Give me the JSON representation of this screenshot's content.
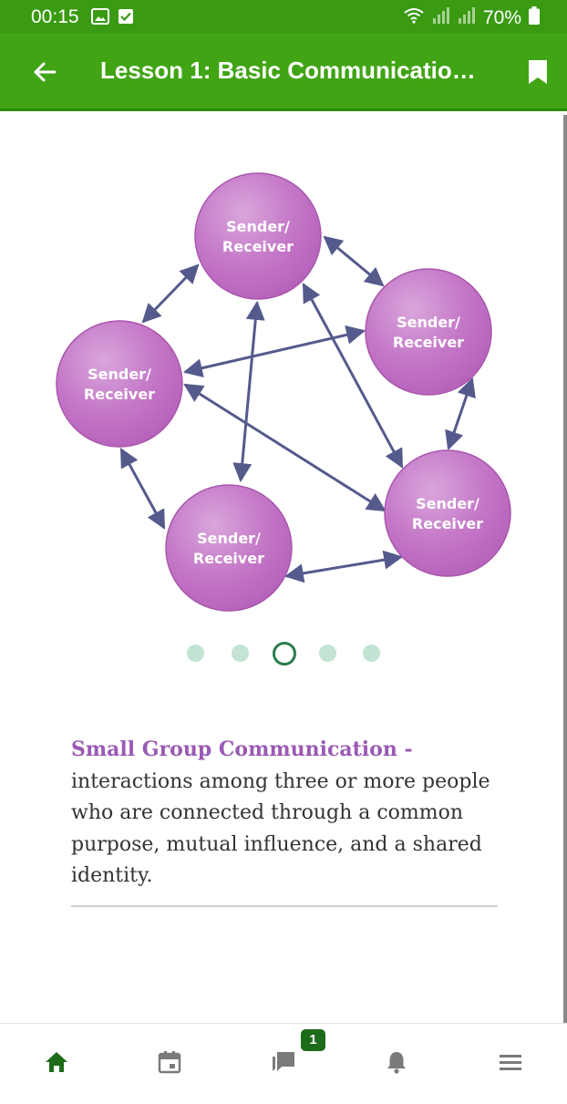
{
  "status_bar": {
    "time": "00:15",
    "battery": "70%"
  },
  "app_bar": {
    "title": "Lesson 1: Basic Communication ..."
  },
  "diagram": {
    "node_label_line1": "Sender/",
    "node_label_line2": "Receiver"
  },
  "carousel": {
    "count": 5,
    "active_index": 2
  },
  "definition": {
    "term": "Small Group Communication -",
    "text": "interactions among three or more people who are connected through a common purpose, mutual influence, and a shared identity."
  },
  "bottom_nav": {
    "messages_badge": "1"
  },
  "colors": {
    "status_bar": "#3a9a12",
    "app_bar": "#40a414",
    "node_fill": "#c070c4",
    "arrow": "#555a8c",
    "term": "#9a5ab4",
    "active_nav": "#1e6b1a",
    "inactive_nav": "#7a7a7a"
  }
}
